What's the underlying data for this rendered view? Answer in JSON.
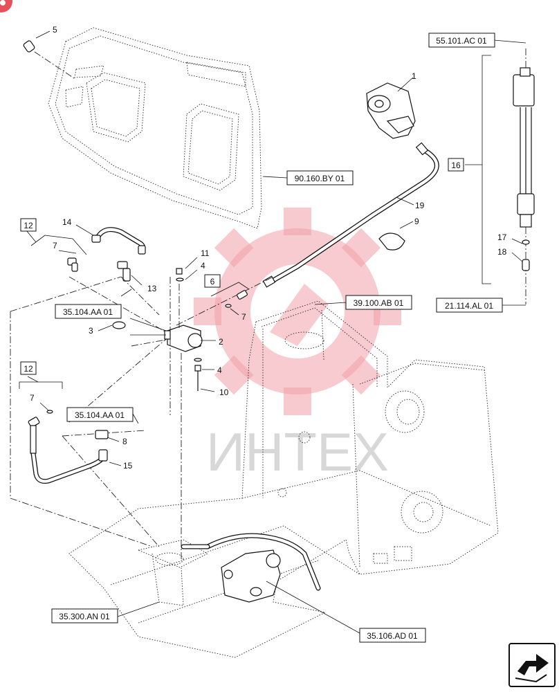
{
  "watermark": {
    "text": "ИНТЕХ",
    "color": "#e8505b"
  },
  "callouts": {
    "c1": "1",
    "c2": "2",
    "c3": "3",
    "c4a": "4",
    "c4b": "4",
    "c5": "5",
    "c7a": "7",
    "c7b": "7",
    "c7c": "7",
    "c8": "8",
    "c9": "9",
    "c10": "10",
    "c11": "11",
    "c13": "13",
    "c14": "14",
    "c15": "15",
    "c17": "17",
    "c18": "18",
    "c19": "19"
  },
  "kit_boxes": {
    "k12a": "12",
    "k6": "6",
    "k12b": "12",
    "k16": "16"
  },
  "references": {
    "r1": "55.101.AC 01",
    "r2": "90.160.BY 01",
    "r3": "35.104.AA 01",
    "r4": "39.100.AB 01",
    "r5": "35.104.AA 01",
    "r6": "21.114.AL 01",
    "r7": "35.300.AN 01",
    "r8": "35.106.AD 01"
  },
  "icons": {
    "corner_badge": "badge-icon",
    "next_page": "next-page-arrow-icon"
  }
}
